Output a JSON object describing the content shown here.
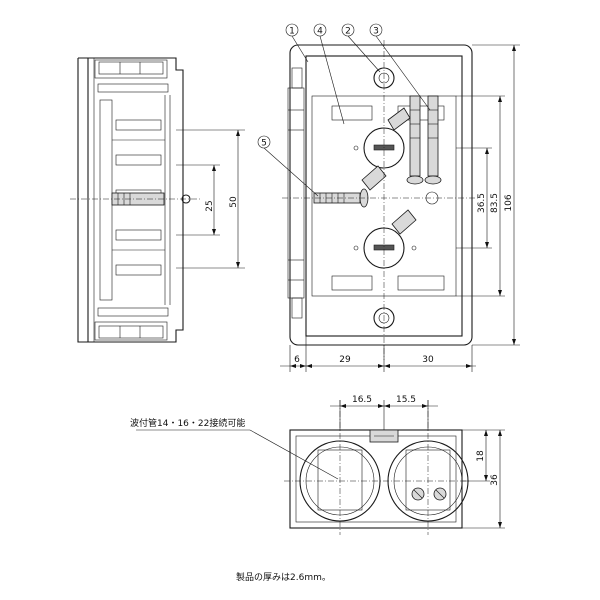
{
  "callouts": [
    "1",
    "4",
    "2",
    "3",
    "5"
  ],
  "dimensions": {
    "side_inner": "25",
    "side_outer": "50",
    "front_right_inner": "36.5",
    "front_right_mid": "83.5",
    "front_right_outer": "106",
    "front_bottom_left": "6",
    "front_bottom_mid": "29",
    "front_bottom_right": "30",
    "bottom_top_left": "16.5",
    "bottom_top_right": "15.5",
    "bottom_right_inner": "18",
    "bottom_right_outer": "36"
  },
  "notes": {
    "conduit": "波付管14・16・22接続可能",
    "thickness": "製品の厚みは2.6mm。"
  }
}
